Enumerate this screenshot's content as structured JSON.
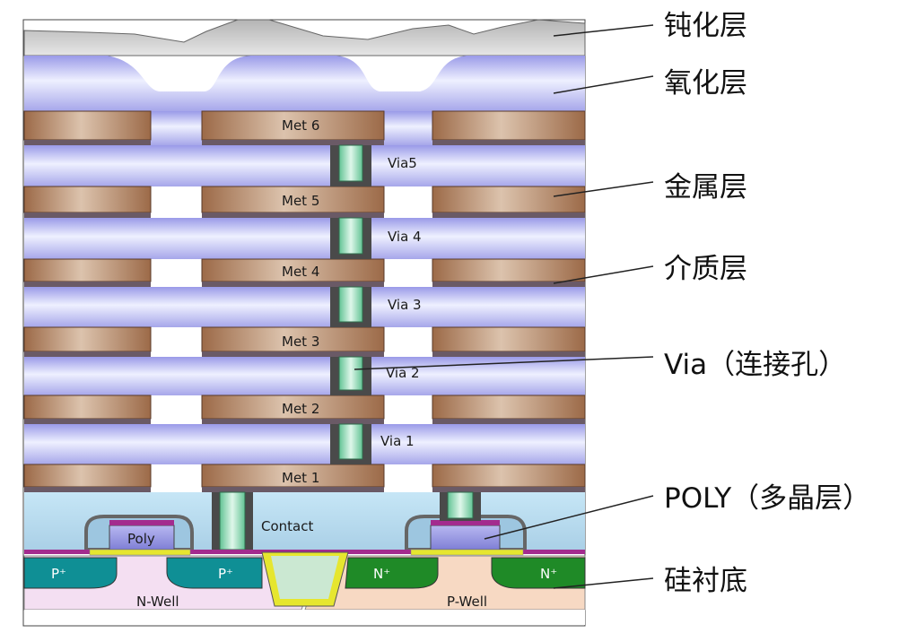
{
  "metal_layers": [
    "Met 6",
    "Met 5",
    "Met 4",
    "Met 3",
    "Met 2",
    "Met 1"
  ],
  "vias": [
    "Via5",
    "Via 4",
    "Via 3",
    "Via 2",
    "Via 1"
  ],
  "contact_label": "Contact",
  "poly_label": "Poly",
  "diffusion_labels": [
    "P⁺",
    "P⁺",
    "N⁺",
    "N⁺"
  ],
  "wells": [
    "N-Well",
    "P-Well"
  ],
  "callouts": [
    "钝化层",
    "氧化层",
    "金属层",
    "介质层",
    "Via（连接孔）",
    "POLY（多晶层）",
    "硅衬底"
  ],
  "colors": {
    "passivation": "#c8c8c8",
    "oxide": "#c8c8f2",
    "metal": "#a57452",
    "via": "#7fd2a8",
    "poly": "#8f8fdb",
    "n_plus": "#1f8a27",
    "p_plus": "#0f8f95",
    "n_well": "#f4dff2",
    "p_well": "#f7d9c3",
    "gate_oxide": "#e6e62f"
  }
}
